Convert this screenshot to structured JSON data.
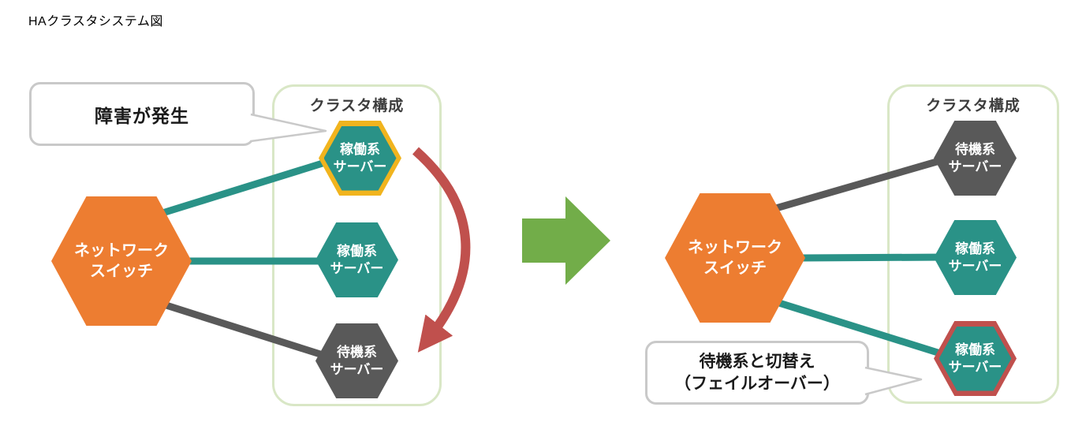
{
  "title": "HAクラスタシステム図",
  "colors": {
    "active_server": "#2A9287",
    "standby_server": "#595959",
    "network_switch": "#ED7D31",
    "failure_highlight": "#F1B41E",
    "failover_highlight": "#C0504D",
    "failover_arrow": "#C0504D",
    "transition_arrow": "#72AD49",
    "cluster_border": "#D9E7C6",
    "callout_border": "#C9C9C9"
  },
  "icons": {
    "transition_arrow": "right-block-arrow",
    "failover_arrow": "curved-arrow-down"
  },
  "before": {
    "callout": {
      "text": "障害が発生"
    },
    "cluster_label": "クラスタ構成",
    "switch": {
      "line1": "ネットワーク",
      "line2": "スイッチ"
    },
    "servers": [
      {
        "line1": "稼働系",
        "line2": "サーバー",
        "state": "active-failed"
      },
      {
        "line1": "稼働系",
        "line2": "サーバー",
        "state": "active"
      },
      {
        "line1": "待機系",
        "line2": "サーバー",
        "state": "standby"
      }
    ]
  },
  "after": {
    "callout": {
      "line1": "待機系と切替え",
      "line2": "（フェイルオーバー）"
    },
    "cluster_label": "クラスタ構成",
    "switch": {
      "line1": "ネットワーク",
      "line2": "スイッチ"
    },
    "servers": [
      {
        "line1": "待機系",
        "line2": "サーバー",
        "state": "standby"
      },
      {
        "line1": "稼働系",
        "line2": "サーバー",
        "state": "active"
      },
      {
        "line1": "稼働系",
        "line2": "サーバー",
        "state": "active-failover"
      }
    ]
  }
}
